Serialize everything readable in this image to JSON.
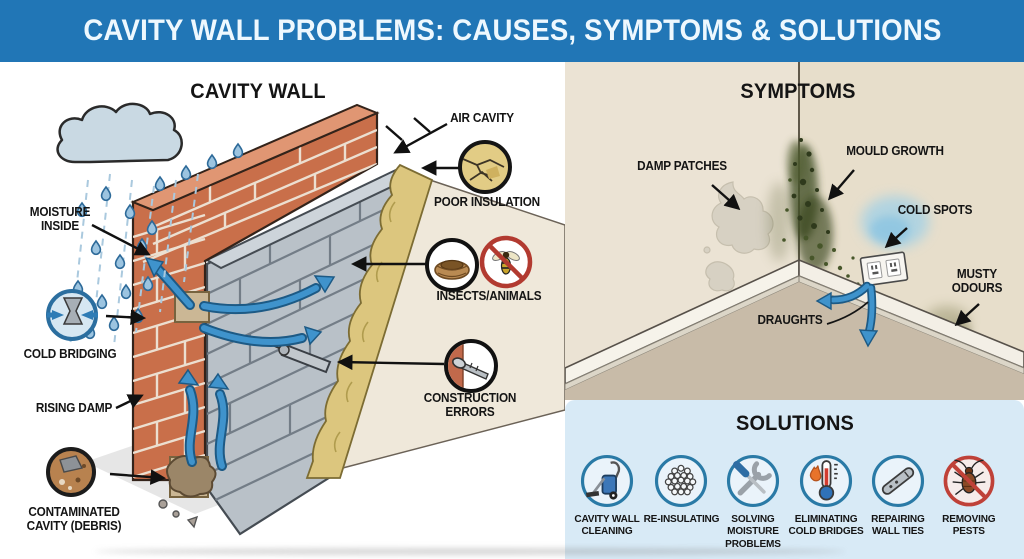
{
  "header": {
    "title": "CAVITY WALL PROBLEMS: CAUSES, SYMPTOMS & SOLUTIONS"
  },
  "cavity_wall": {
    "title": "CAVITY WALL",
    "labels": {
      "moisture_inside": "MOISTURE\nINSIDE",
      "cold_bridging": "COLD BRIDGING",
      "rising_damp": "RISING DAMP",
      "contaminated_cavity": "CONTAMINATED\nCAVITY (DEBRIS)",
      "air_cavity": "AIR CAVITY",
      "poor_insulation": "POOR INSULATION",
      "insects_animals": "INSECTS/ANIMALS",
      "construction_errors": "CONSTRUCTION\nERRORS"
    },
    "icons": [
      "rain-cloud-icon",
      "cold-bridging-icon",
      "contaminated-cavity-icon",
      "poor-insulation-icon",
      "bird-nest-icon",
      "no-wasp-icon",
      "construction-error-screw-icon"
    ]
  },
  "symptoms": {
    "title": "SYMPTOMS",
    "labels": {
      "damp_patches": "DAMP PATCHES",
      "mould_growth": "MOULD GROWTH",
      "cold_spots": "COLD SPOTS",
      "musty_odours": "MUSTY\nODOURS",
      "draughts": "DRAUGHTS"
    }
  },
  "solutions": {
    "title": "SOLUTIONS",
    "items": [
      {
        "icon": "vacuum-icon",
        "label": "CAVITY WALL\nCLEANING"
      },
      {
        "icon": "insulation-beads-icon",
        "label": "RE-INSULATING"
      },
      {
        "icon": "crossed-tools-icon",
        "label": "SOLVING\nMOISTURE\nPROBLEMS"
      },
      {
        "icon": "thermometer-flame-icon",
        "label": "ELIMINATING\nCOLD BRIDGES"
      },
      {
        "icon": "wall-tie-icon",
        "label": "REPAIRING\nWALL TIES"
      },
      {
        "icon": "no-pests-icon",
        "label": "REMOVING\nPESTS"
      }
    ]
  },
  "colors": {
    "header_bg": "#2176b6",
    "solutions_bg": "#d8eaf6",
    "icon_ring": "#2a7aa6",
    "brick": "#c96f4a",
    "block": "#b9c1c8",
    "insulation": "#dcc67e",
    "arrow_blue": "#3f93cc"
  }
}
